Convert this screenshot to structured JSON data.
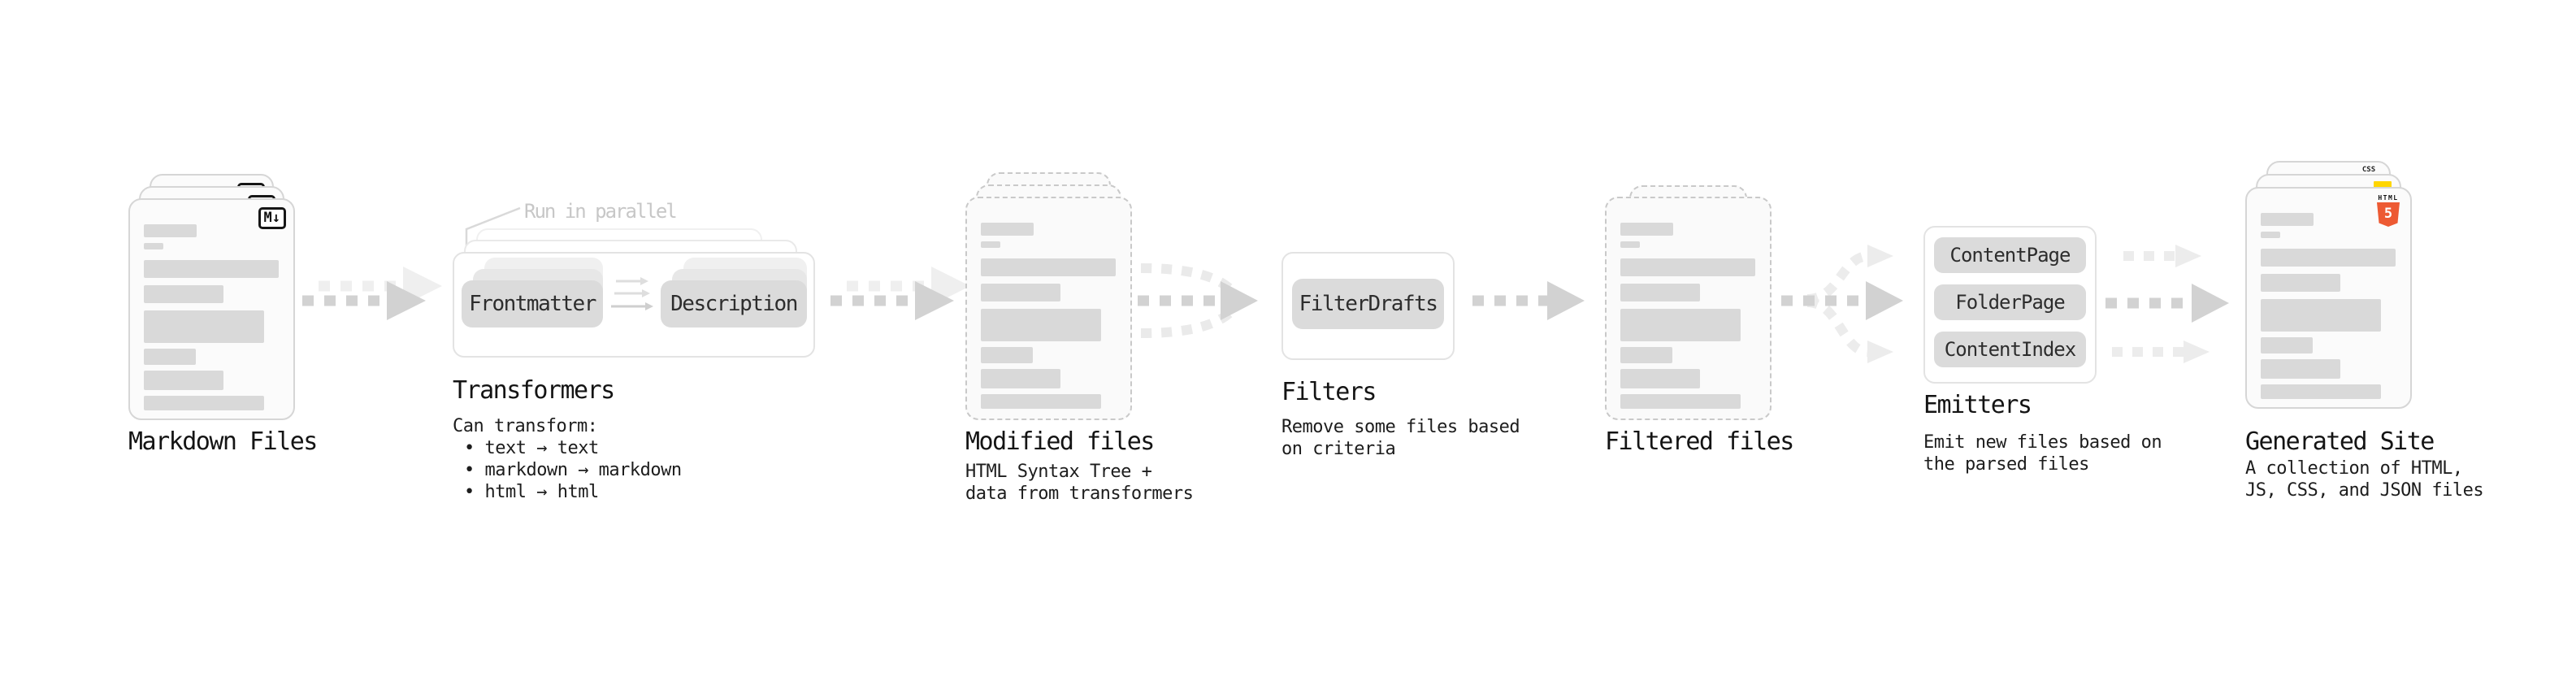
{
  "stages": {
    "markdown_files": {
      "label": "Markdown Files",
      "badge": "M↓"
    },
    "transformers": {
      "label": "Transformers",
      "parallel_note": "Run in parallel",
      "pill_frontmatter": "Frontmatter",
      "pill_description": "Description",
      "caption": "Can transform:",
      "bullet_1": "• text → text",
      "bullet_2": "• markdown → markdown",
      "bullet_3": "• html → html"
    },
    "modified_files": {
      "label": "Modified files",
      "caption_line_1": "HTML Syntax Tree +",
      "caption_line_2": "data from transformers"
    },
    "filters": {
      "label": "Filters",
      "pill_filterdrafts": "FilterDrafts",
      "caption_line_1": "Remove some files based",
      "caption_line_2": "on criteria"
    },
    "filtered_files": {
      "label": "Filtered files"
    },
    "emitters": {
      "label": "Emitters",
      "pill_contentpage": "ContentPage",
      "pill_folderpage": "FolderPage",
      "pill_contentindex": "ContentIndex",
      "caption_line_1": "Emit new files based on",
      "caption_line_2": "the parsed files"
    },
    "generated_site": {
      "label": "Generated Site",
      "css_badge": "CSS",
      "html_badge_label": "HTML",
      "html_badge_number": "5",
      "caption_line_1": "A collection of HTML,",
      "caption_line_2": "JS, CSS, and JSON files"
    }
  },
  "colors": {
    "js_badge_yellow": "#ffd600",
    "css_badge_blue": "#2962ff",
    "html5_orange": "#ed5a33"
  }
}
